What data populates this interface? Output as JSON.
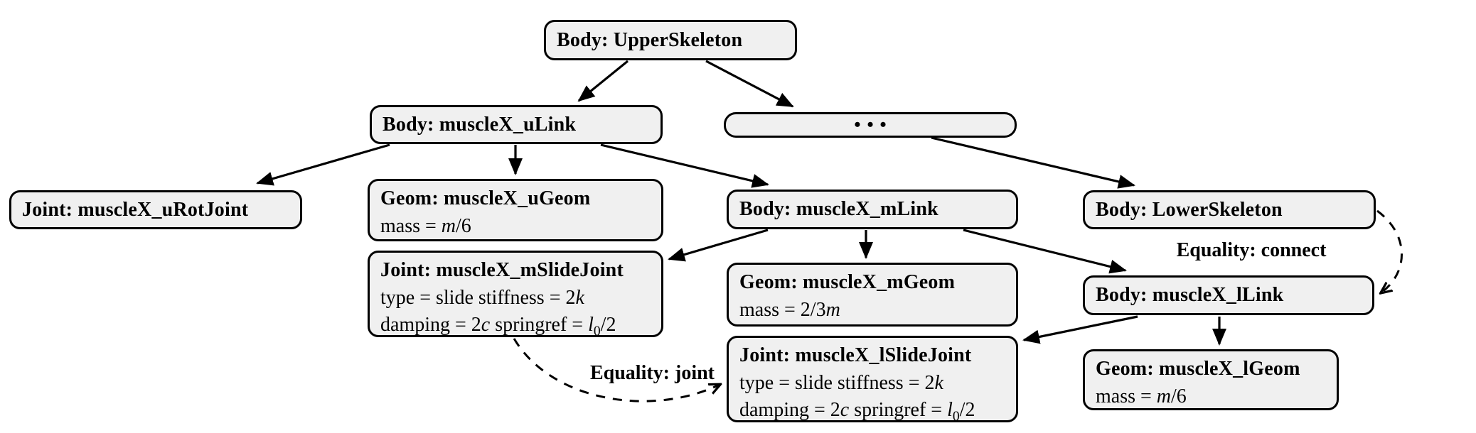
{
  "colors": {
    "background": "#ffffff",
    "box_fill": "#f0f0f0",
    "box_stroke": "#000000",
    "text": "#000000"
  },
  "nodes": {
    "upper_skeleton": {
      "title": "Body: UpperSkeleton"
    },
    "dots": {
      "title": "•••"
    },
    "u_link": {
      "title": "Body: muscleX_uLink"
    },
    "u_rot_joint": {
      "title": "Joint: muscleX_uRotJoint"
    },
    "u_geom": {
      "title": "Geom: muscleX_uGeom",
      "lines": [
        [
          {
            "t": "mass = "
          },
          {
            "t": "m",
            "s": "i"
          },
          {
            "t": "/6"
          }
        ]
      ]
    },
    "m_link": {
      "title": "Body: muscleX_mLink"
    },
    "m_geom": {
      "title": "Geom: muscleX_mGeom",
      "lines": [
        [
          {
            "t": "mass = 2/3"
          },
          {
            "t": "m",
            "s": "i"
          }
        ]
      ]
    },
    "m_slide_joint": {
      "title": "Joint: muscleX_mSlideJoint",
      "lines": [
        [
          {
            "t": "type = slide stiffness = 2"
          },
          {
            "t": "k",
            "s": "i"
          }
        ],
        [
          {
            "t": "damping = 2"
          },
          {
            "t": "c",
            "s": "i"
          },
          {
            "t": " springref = "
          },
          {
            "t": "l",
            "s": "i"
          },
          {
            "t": "0",
            "s": "sub"
          },
          {
            "t": "/2"
          }
        ]
      ]
    },
    "lower_skeleton": {
      "title": "Body: LowerSkeleton"
    },
    "l_link": {
      "title": "Body: muscleX_lLink"
    },
    "l_slide_joint": {
      "title": "Joint: muscleX_lSlideJoint",
      "lines": [
        [
          {
            "t": "type = slide stiffness = 2"
          },
          {
            "t": "k",
            "s": "i"
          }
        ],
        [
          {
            "t": "damping = 2"
          },
          {
            "t": "c",
            "s": "i"
          },
          {
            "t": " springref = "
          },
          {
            "t": "l",
            "s": "i"
          },
          {
            "t": "0",
            "s": "sub"
          },
          {
            "t": "/2"
          }
        ]
      ]
    },
    "l_geom": {
      "title": "Geom: muscleX_lGeom",
      "lines": [
        [
          {
            "t": "mass = "
          },
          {
            "t": "m",
            "s": "i"
          },
          {
            "t": "/6"
          }
        ]
      ]
    }
  },
  "edge_labels": {
    "equality_connect": "Equality: connect",
    "equality_joint": "Equality: joint"
  }
}
